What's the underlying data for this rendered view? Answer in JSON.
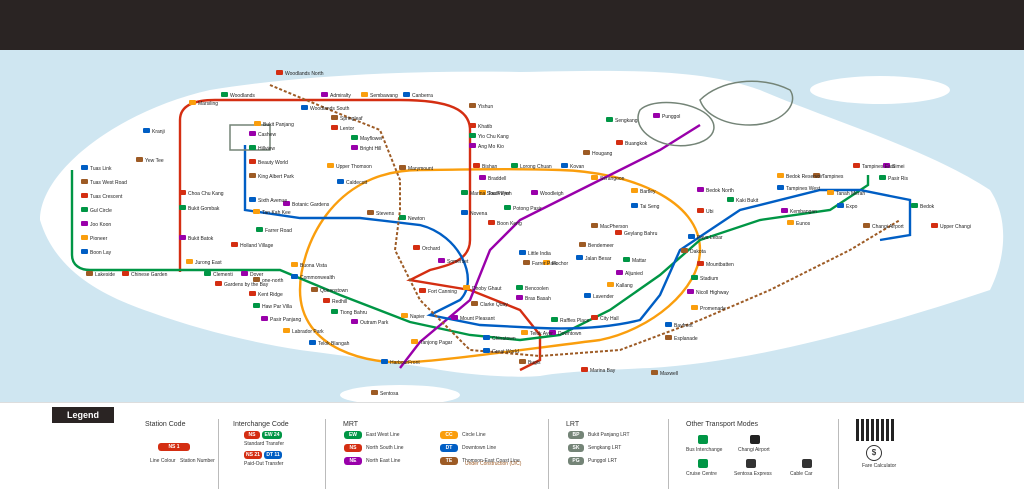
{
  "colors": {
    "ns": "#d42e12",
    "ew": "#009645",
    "ne": "#9900aa",
    "cc": "#fa9e0d",
    "dt": "#005ec4",
    "te": "#9d5b25",
    "lrt": "#748477",
    "water": "#cfe6f1",
    "land": "#ffffff"
  },
  "lines": {
    "ns": [
      "Jurong East",
      "Bukit Batok",
      "Bukit Gombak",
      "Choa Chu Kang",
      "Yew Tee",
      "Kranji",
      "Marsiling",
      "Woodlands",
      "Admiralty",
      "Sembawang",
      "Canberra",
      "Yishun",
      "Khatib",
      "Yio Chu Kang",
      "Ang Mo Kio",
      "Bishan",
      "Braddell",
      "Toa Payoh",
      "Novena",
      "Newton",
      "Orchard",
      "Somerset",
      "Dhoby Ghaut",
      "City Hall",
      "Raffles Place",
      "Marina Bay",
      "Marina South Pier"
    ],
    "ew": [
      "Tuas Link",
      "Tuas West Road",
      "Tuas Crescent",
      "Gul Circle",
      "Joo Koon",
      "Pioneer",
      "Boon Lay",
      "Lakeside",
      "Chinese Garden",
      "Jurong East",
      "Clementi",
      "Dover",
      "Buona Vista",
      "Commonwealth",
      "Queenstown",
      "Redhill",
      "Tiong Bahru",
      "Outram Park",
      "Tanjong Pagar",
      "Raffles Place",
      "City Hall",
      "Bugis",
      "Lavender",
      "Kallang",
      "Aljunied",
      "Paya Lebar",
      "Eunos",
      "Kembangan",
      "Bedok",
      "Tanah Merah",
      "Simei",
      "Tampines",
      "Pasir Ris"
    ],
    "ne": [
      "HarbourFront",
      "Outram Park",
      "Chinatown",
      "Clarke Quay",
      "Dhoby Ghaut",
      "Little India",
      "Farrer Park",
      "Boon Keng",
      "Potong Pasir",
      "Woodleigh",
      "Serangoon",
      "Kovan",
      "Hougang",
      "Buangkok",
      "Sengkang",
      "Punggol"
    ],
    "dt": [
      "Bukit Panjang",
      "Cashew",
      "Hillview",
      "Beauty World",
      "King Albert Park",
      "Sixth Avenue",
      "Tan Kah Kee",
      "Botanic Gardens",
      "Stevens",
      "Newton",
      "Little India",
      "Rochor",
      "Bugis",
      "Promenade",
      "Bayfront",
      "Downtown",
      "Telok Ayer",
      "Chinatown",
      "Fort Canning",
      "Bencoolen",
      "Jalan Besar",
      "Bendemeer",
      "Geylang Bahru",
      "Mattar",
      "MacPherson",
      "Ubi",
      "Kaki Bukit",
      "Bedok North",
      "Bedok Reservoir",
      "Tampines West",
      "Tampines",
      "Tampines East",
      "Upper Changi",
      "Expo"
    ]
  },
  "map_labels": [
    "Woodlands North",
    "Woodlands",
    "Admiralty",
    "Sembawang",
    "Canberra",
    "Yishun",
    "Khatib",
    "Yio Chu Kang",
    "Ang Mo Kio",
    "Marsiling",
    "Kranji",
    "Yew Tee",
    "Choa Chu Kang",
    "Bukit Gombak",
    "Bukit Batok",
    "Jurong East",
    "Tuas Link",
    "Tuas West Road",
    "Tuas Crescent",
    "Gul Circle",
    "Joo Koon",
    "Pioneer",
    "Boon Lay",
    "Lakeside",
    "Chinese Garden",
    "Clementi",
    "Dover",
    "Buona Vista",
    "Commonwealth",
    "Queenstown",
    "Redhill",
    "Tiong Bahru",
    "Outram Park",
    "Tanjong Pagar",
    "HarbourFront",
    "Sentosa",
    "Kent Ridge",
    "Haw Par Villa",
    "Pasir Panjang",
    "Labrador Park",
    "Telok Blangah",
    "one-north",
    "Holland Village",
    "Farrer Road",
    "Botanic Gardens",
    "Tan Kah Kee",
    "Sixth Avenue",
    "King Albert Park",
    "Beauty World",
    "Hillview",
    "Cashew",
    "Bukit Panjang",
    "Woodlands South",
    "Springleaf",
    "Lentor",
    "Mayflower",
    "Bright Hill",
    "Upper Thomson",
    "Caldecott",
    "Marymount",
    "Bishan",
    "Lorong Chuan",
    "Braddell",
    "Toa Payoh",
    "Novena",
    "Stevens",
    "Orchard",
    "Newton",
    "Somerset",
    "Dhoby Ghaut",
    "Little India",
    "Farrer Park",
    "Boon Keng",
    "Potong Pasir",
    "Woodleigh",
    "Serangoon",
    "Kovan",
    "Hougang",
    "Buangkok",
    "Sengkang",
    "Punggol",
    "Bartley",
    "Tai Seng",
    "MacPherson",
    "Ubi",
    "Kaki Bukit",
    "Bedok North",
    "Bedok Reservoir",
    "Tampines West",
    "Tampines",
    "Tampines East",
    "Pasir Ris",
    "Simei",
    "Tanah Merah",
    "Expo",
    "Changi Airport",
    "Upper Changi",
    "Bedok",
    "Kembangan",
    "Eunos",
    "Paya Lebar",
    "Dakota",
    "Mountbatten",
    "Stadium",
    "Nicoll Highway",
    "Promenade",
    "Bayfront",
    "Esplanade",
    "City Hall",
    "Raffles Place",
    "Downtown",
    "Telok Ayer",
    "Chinatown",
    "Clarke Quay",
    "Fort Canning",
    "Bencoolen",
    "Bras Basah",
    "Rochor",
    "Jalan Besar",
    "Bendemeer",
    "Geylang Bahru",
    "Mattar",
    "Aljunied",
    "Kallang",
    "Lavender",
    "Bugis",
    "Marina Bay",
    "Marina South Pier",
    "Mount Pleasant",
    "Napier",
    "Great World",
    "Maxwell",
    "Gardens by the Bay"
  ],
  "legend": {
    "title": "Legend",
    "station_code": {
      "heading": "Station Code",
      "example": "NS 1",
      "line_colour": "Line Colour",
      "station_number": "Station Number"
    },
    "interchange": {
      "heading": "Interchange Code",
      "ex1a": "NS",
      "ex1b": "EW 24",
      "standard": "Standard Transfer",
      "ex2a": "NS 21",
      "ex2b": "DT 11",
      "paid": "Paid-Out Transfer"
    },
    "mrt": {
      "heading": "MRT",
      "items": [
        {
          "code": "EW",
          "name": "East West Line"
        },
        {
          "code": "NS",
          "name": "North South Line"
        },
        {
          "code": "NE",
          "name": "North East Line"
        },
        {
          "code": "CC",
          "name": "Circle Line"
        },
        {
          "code": "DT",
          "name": "Downtown Line"
        },
        {
          "code": "TE",
          "name": "Thomson-East Coast Line"
        }
      ],
      "uc": "Under Construction (U/C)"
    },
    "lrt": {
      "heading": "LRT",
      "items": [
        {
          "code": "BP",
          "name": "Bukit Panjang LRT"
        },
        {
          "code": "SK",
          "name": "Sengkang LRT"
        },
        {
          "code": "PG",
          "name": "Punggol LRT"
        }
      ]
    },
    "other": {
      "heading": "Other Transport Modes",
      "items": [
        "Bus Interchange",
        "Changi Airport",
        "Cruise Centre",
        "Sentosa Express",
        "Cable Car"
      ]
    },
    "fare": "Fare Calculator"
  }
}
